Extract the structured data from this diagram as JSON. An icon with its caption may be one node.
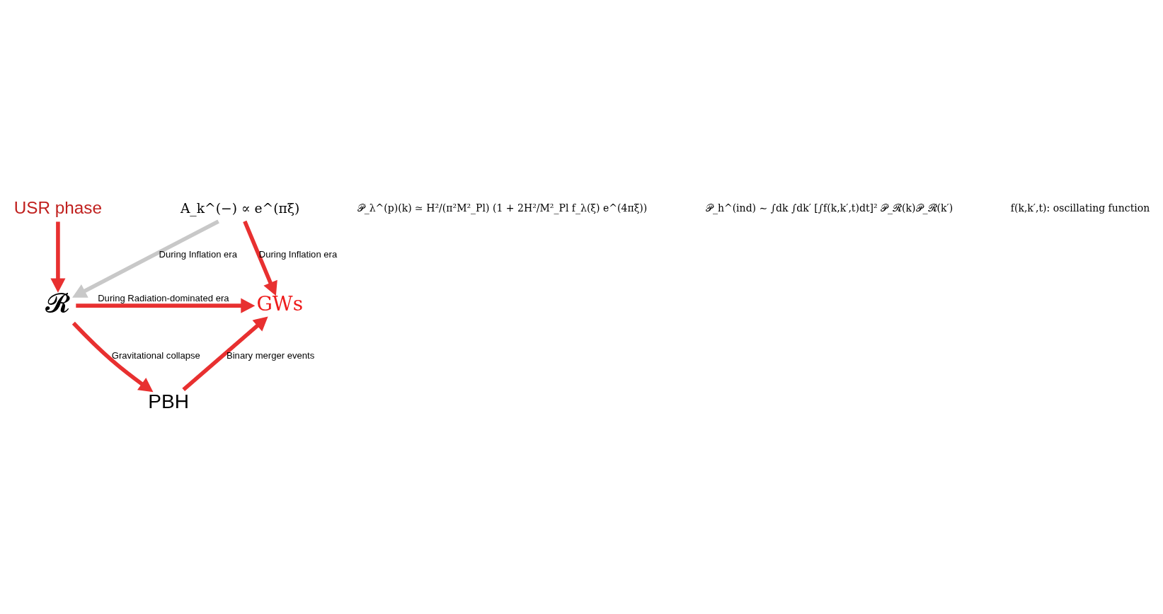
{
  "diagram": {
    "nodes": [
      {
        "text": [
          "A_k^(−) ∝ e^(πξ)"
        ]
      },
      {
        "text": [
          "USR phase"
        ]
      },
      {
        "text": [
          "GWs"
        ]
      },
      {
        "text": [
          "𝓡"
        ]
      },
      {
        "text": [
          "PBH"
        ]
      }
    ],
    "edges": [
      {
        "from": 0,
        "to": 2,
        "arrow": "to",
        "label": "During Inflation era"
      },
      {
        "from": 0,
        "to": 3,
        "arrow": "to",
        "label": "During Inflation era",
        "color": "#c8c8c8"
      },
      {
        "from": 1,
        "to": 3,
        "arrow": "to"
      },
      {
        "from": 3,
        "to": 2,
        "arrow": "to",
        "label": "During Radiation-dominated era"
      },
      {
        "from": 3,
        "to": 4,
        "arrow": "to",
        "label": "Gravitational collapse"
      },
      {
        "from": 4,
        "to": 2,
        "arrow": "to",
        "label": "Binary merger events"
      }
    ],
    "labels": [
      "𝒫_λ^(p)(k) ≃ H²/(π²M²_Pl) (1 + 2H²/M²_Pl f_λ(ξ) e^(4πξ))",
      "𝒫_h^(ind) ∼ ∫dk ∫dk′ [∫f(k,k′,t)dt]² 𝒫_𝓡(k)𝒫_𝓡(k′)",
      "f(k,k′,t): oscillating function"
    ]
  }
}
